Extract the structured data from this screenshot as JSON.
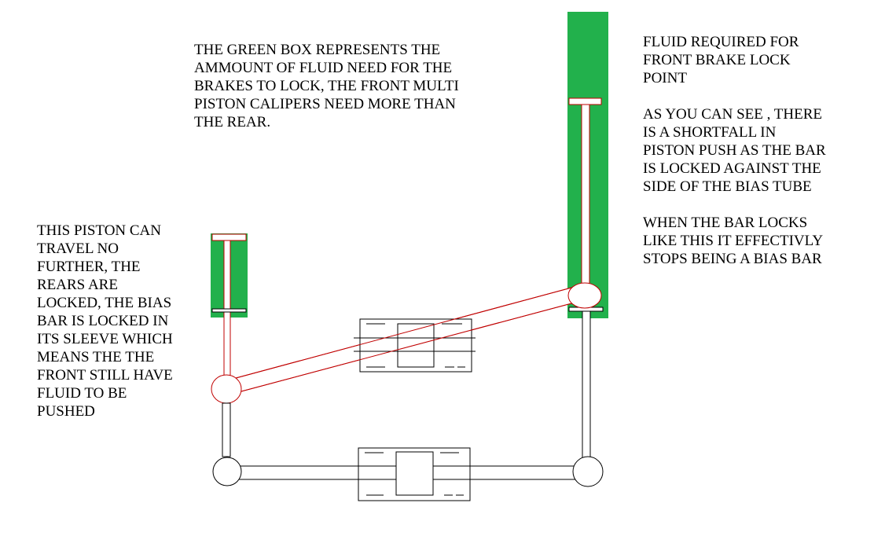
{
  "notes": {
    "top": {
      "lines": [
        "THE GREEN BOX REPRESENTS THE",
        "AMMOUNT OF FLUID NEED FOR THE",
        "BRAKES TO LOCK, THE FRONT MULTI",
        "PISTON CALIPERS NEED MORE THAN",
        "THE REAR."
      ]
    },
    "left": {
      "lines": [
        "THIS PISTON CAN",
        "TRAVEL NO",
        "FURTHER, THE",
        "REARS ARE",
        "LOCKED, THE BIAS",
        "BAR IS LOCKED IN",
        "ITS SLEEVE WHICH",
        "MEANS THE THE",
        "FRONT STILL HAVE",
        "FLUID TO BE",
        "PUSHED"
      ]
    },
    "right": {
      "para1": [
        "FLUID REQUIRED FOR",
        "FRONT BRAKE LOCK",
        "POINT"
      ],
      "para2": [
        "AS YOU CAN SEE , THERE",
        "IS A SHORTFALL IN",
        "PISTON PUSH AS THE BAR",
        "IS LOCKED AGAINST THE",
        "SIDE OF THE BIAS TUBE"
      ],
      "para3": [
        "WHEN THE BAR LOCKS",
        "LIKE THIS IT EFFECTIVLY",
        "STOPS BEING A BIAS BAR"
      ]
    }
  },
  "colors": {
    "fluid_green": "#22b14c",
    "bias_red": "#c00000",
    "outline": "#000000",
    "background": "#ffffff"
  }
}
